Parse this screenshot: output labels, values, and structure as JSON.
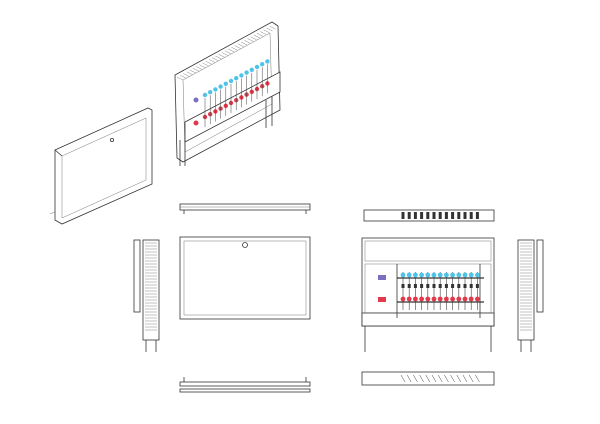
{
  "drawing": {
    "views": [
      "isometric-door",
      "isometric-open-cabinet",
      "top-view-door",
      "front-view-door",
      "side-view-left",
      "bottom-view-door",
      "top-view-cabinet",
      "front-view-cabinet",
      "side-view-right",
      "bottom-view-cabinet"
    ],
    "manifold_outlets": 13,
    "colors": {
      "supply": "#4fc3e8",
      "return": "#e23a4a",
      "line": "#333333"
    }
  }
}
